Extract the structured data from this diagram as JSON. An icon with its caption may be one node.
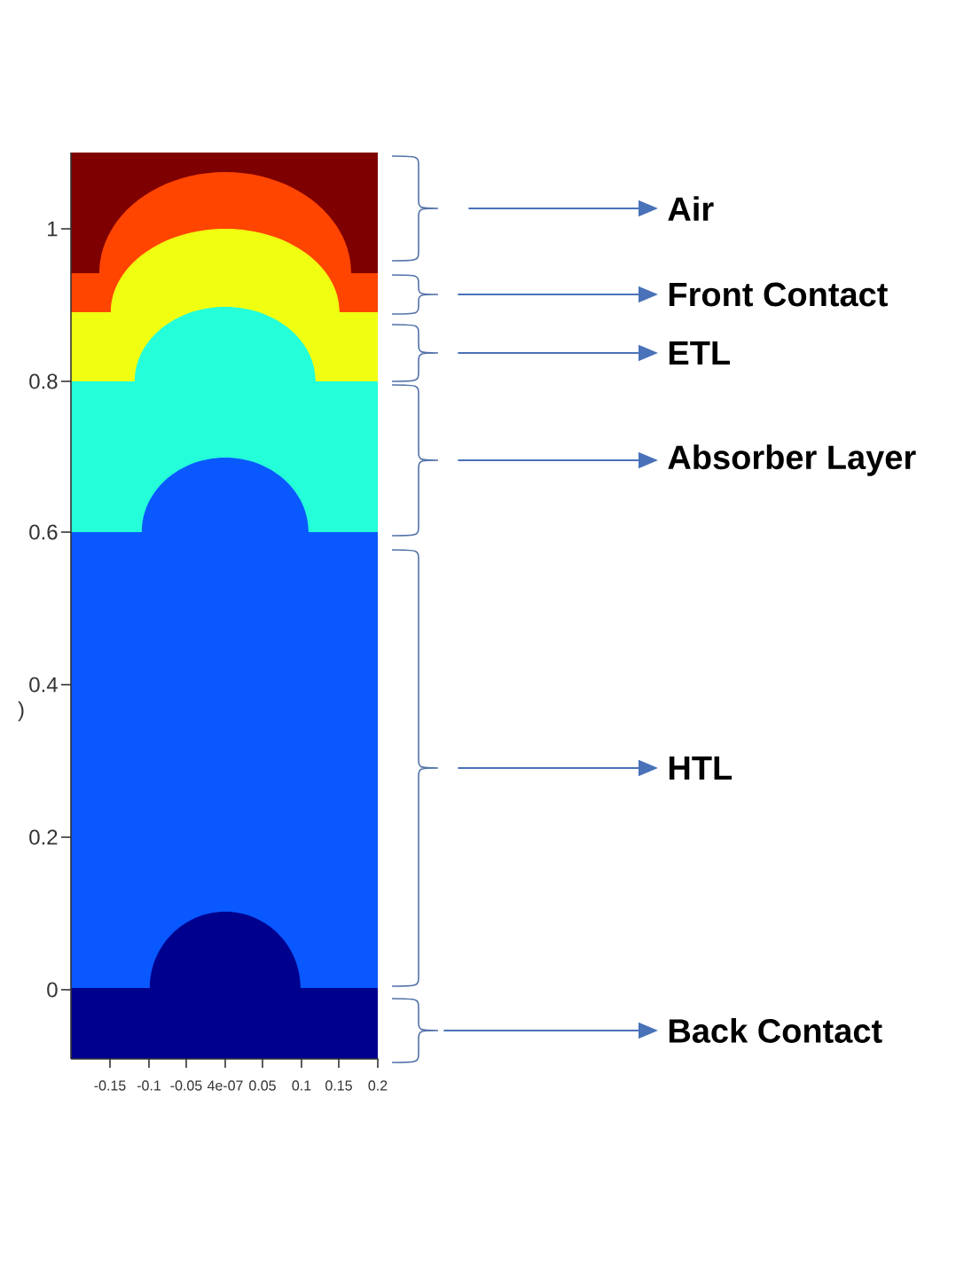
{
  "diagram": {
    "nodes": [
      {
        "text": [],
        "shape": "brace"
      },
      {
        "text": [
          "Air"
        ]
      },
      {
        "text": [],
        "shape": "brace"
      },
      {
        "text": [
          "Front Contact"
        ]
      },
      {
        "text": [],
        "shape": "brace"
      },
      {
        "text": [
          "ETL"
        ]
      },
      {
        "text": [],
        "shape": "brace"
      },
      {
        "text": [
          "Absorber Layer"
        ]
      },
      {
        "text": [],
        "shape": "brace"
      },
      {
        "text": [
          "HTL"
        ]
      },
      {
        "text": [],
        "shape": "brace"
      },
      {
        "text": [
          "Back Contact"
        ]
      }
    ],
    "edges": [
      {
        "from": 0,
        "to": 1,
        "arrow": "to"
      },
      {
        "from": 2,
        "to": 3,
        "arrow": "to"
      },
      {
        "from": 4,
        "to": 5,
        "arrow": "to"
      },
      {
        "from": 6,
        "to": 7,
        "arrow": "to"
      },
      {
        "from": 8,
        "to": 9,
        "arrow": "to"
      },
      {
        "from": 10,
        "to": 11,
        "arrow": "to"
      }
    ],
    "labels": [
      "1",
      "0.8",
      "0.6",
      "0.4",
      ")",
      "0.2",
      "0",
      "-0.15",
      "-0.1",
      "-0.05",
      "4e-07",
      "0.05",
      "0.1",
      "0.15",
      "0.2"
    ]
  }
}
